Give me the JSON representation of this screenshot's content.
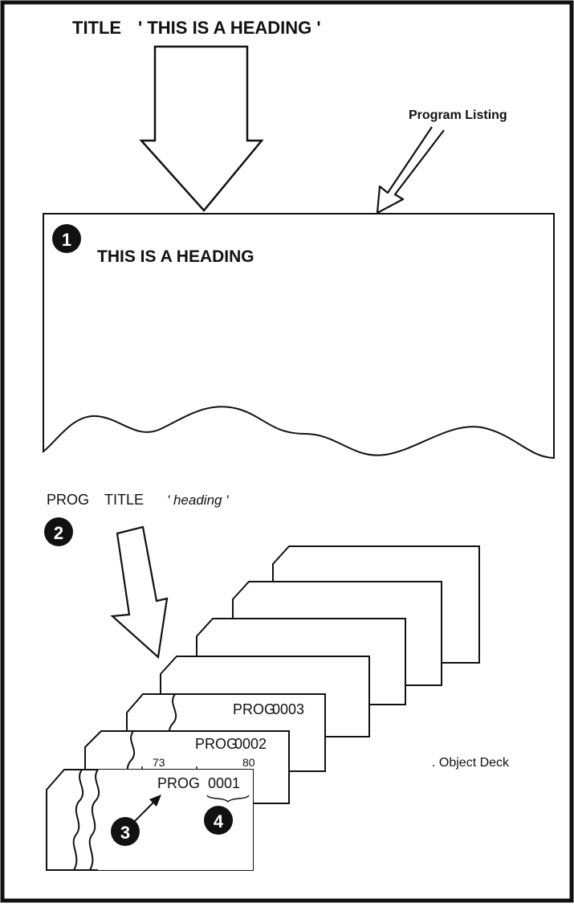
{
  "top_statement": {
    "keyword": "TITLE",
    "operand": "' THIS IS A HEADING '"
  },
  "program_listing_label": "Program Listing",
  "listing_heading": "THIS IS A HEADING",
  "second_statement": {
    "name": "PROG",
    "keyword": "TITLE",
    "operand": "' heading '"
  },
  "object_deck_label": ". Object Deck",
  "cards": [
    {
      "label": "PROG",
      "seq": "0003"
    },
    {
      "label": "PROG",
      "seq": "0002"
    },
    {
      "label": "PROG",
      "seq": "0001"
    }
  ],
  "columns": {
    "start": "73",
    "end": "80"
  },
  "callouts": [
    "1",
    "2",
    "3",
    "4"
  ],
  "colors": {
    "ink": "#111111",
    "paper": "#ffffff"
  }
}
